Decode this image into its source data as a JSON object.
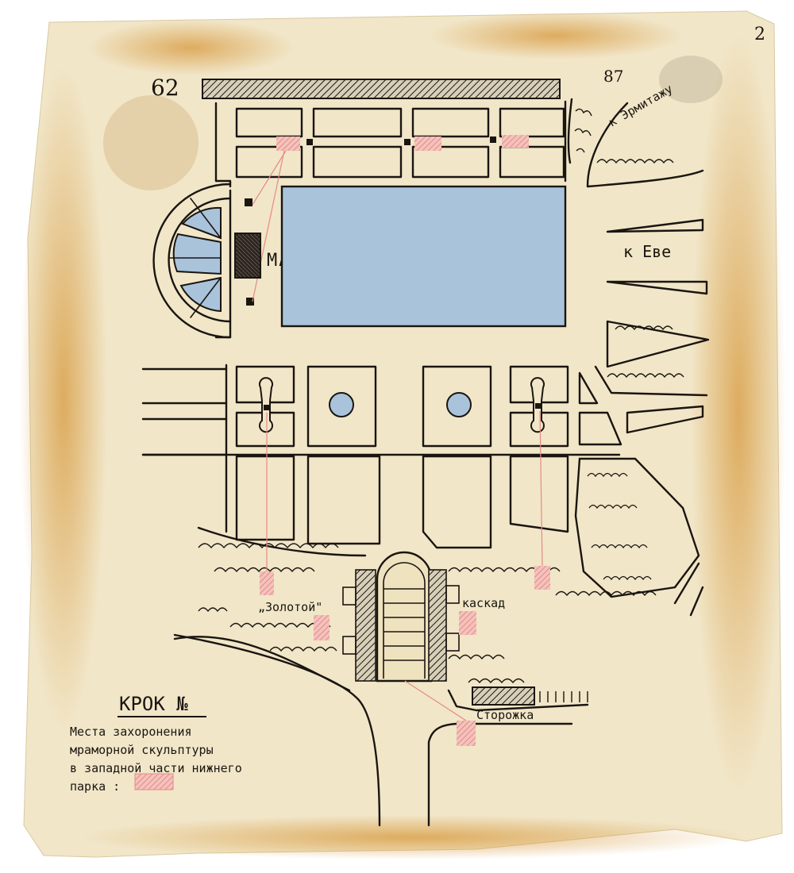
{
  "page_numbers": {
    "left": "62",
    "right": "87",
    "corner": "2"
  },
  "labels": {
    "marly": "МАРЛИ",
    "to_hermitage": "к Эрмитажу",
    "to_eve": "к Еве",
    "golden": "„Золотой\"",
    "cascade": "каскад",
    "lodge": "Сторожка"
  },
  "title": "КРОК №",
  "legend": [
    "Места захоронения",
    "мраморной скульптуры",
    "в западной части нижнего",
    "парка :"
  ],
  "colors": {
    "paper": "#f1e6c8",
    "stain": "#d9a24e",
    "ink": "#1a1510",
    "pond": "#a9c3db",
    "red_pencil": "#e58a86"
  }
}
